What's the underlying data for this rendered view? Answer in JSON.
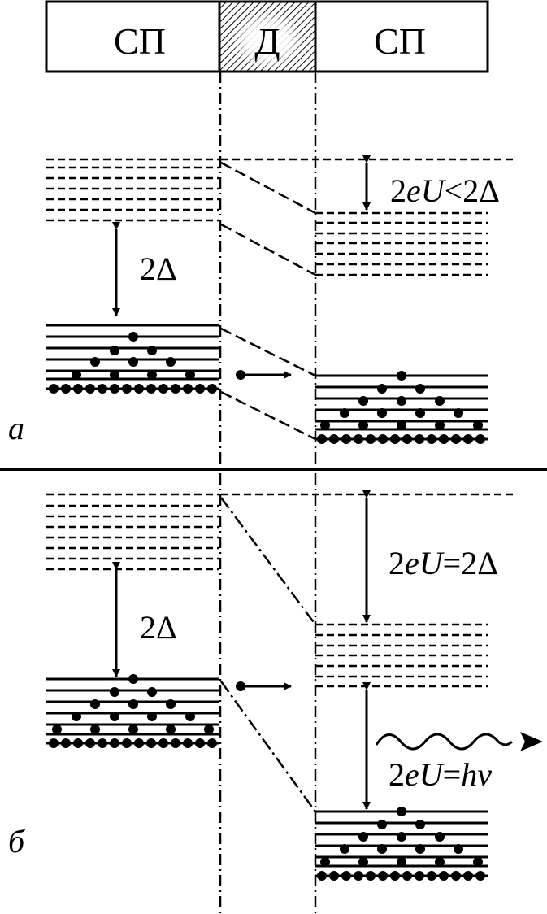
{
  "header": {
    "left_label": "СП",
    "middle_label": "Д",
    "right_label": "СП"
  },
  "panel_a": {
    "tag": "a",
    "gap_label": "2Δ",
    "bias_label_prefix": "2",
    "bias_label_var": "eU",
    "bias_label_suffix": "<2Δ"
  },
  "panel_b": {
    "tag": "б",
    "gap_label": "2Δ",
    "bias_label_prefix": "2",
    "bias_label_var": "eU",
    "bias_label_suffix": "=2Δ",
    "photon_label_prefix": "2",
    "photon_label_var": "eU",
    "photon_label_suffix": "=",
    "photon_label_hnu": "hν"
  },
  "colors": {
    "ink": "#000000",
    "barrier_hatch": "#000000",
    "background": "#ffffff"
  }
}
